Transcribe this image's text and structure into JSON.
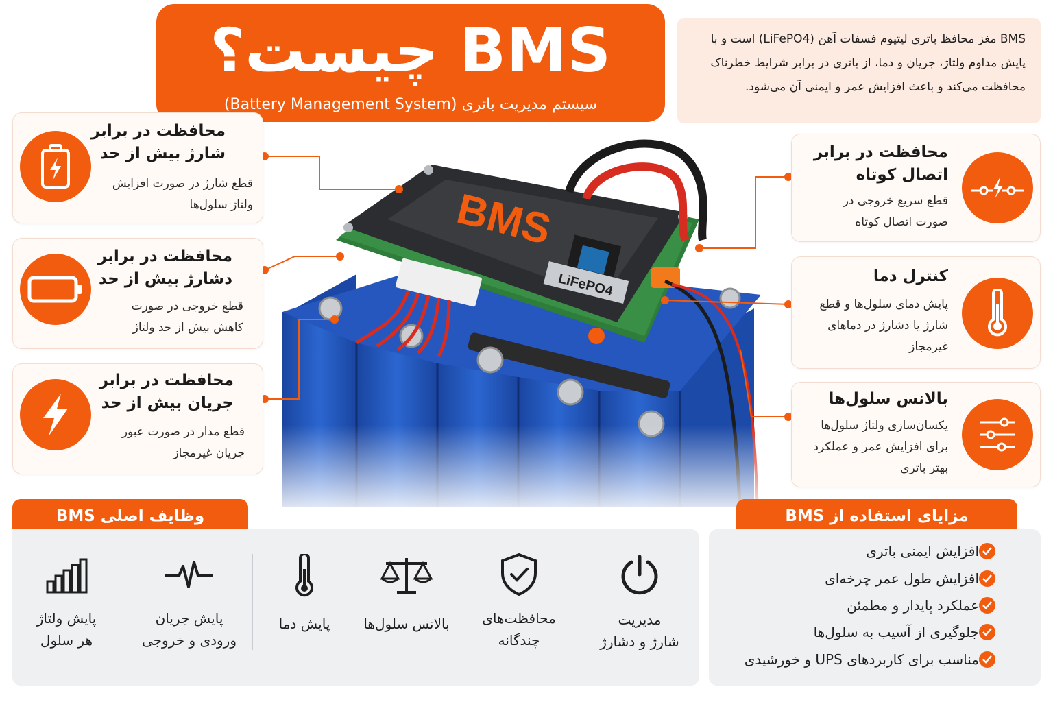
{
  "title": {
    "main": "BMS چیست؟",
    "subtitle": "سیستم مدیریت باتری (Battery Management System)"
  },
  "intro": {
    "text": "BMS مغز محافظ باتری لیتیوم فسفات آهن (LiFePO4) است و با پایش مداوم ولتاژ، جریان و دما، از باتری در برابر شرایط خطرناک محافظت می‌کند و باعث افزایش عمر و ایمنی آن می‌شود."
  },
  "illustration": {
    "board_label": "BMS",
    "chem_label": "LiFePO4"
  },
  "left_cards": [
    {
      "title_l1": "محافظت در برابر",
      "title_l2": "شارژ بیش از حد",
      "desc_l1": "قطع شارژ در صورت افزایش",
      "desc_l2": "ولتاژ سلول‌ها",
      "icon": "battery-charging-icon"
    },
    {
      "title_l1": "محافظت در برابر",
      "title_l2": "دشارژ بیش از حد",
      "desc_l1": "قطع خروجی در صورت",
      "desc_l2": "کاهش بیش از حد ولتاژ",
      "icon": "battery-empty-icon"
    },
    {
      "title_l1": "محافظت در برابر",
      "title_l2": "جریان بیش از حد",
      "desc_l1": "قطع مدار در صورت عبور",
      "desc_l2": "جریان غیرمجاز",
      "icon": "lightning-icon"
    }
  ],
  "right_cards": [
    {
      "title_l1": "محافظت در برابر",
      "title_l2": "اتصال کوتاه",
      "desc_l1": "قطع سریع خروجی در",
      "desc_l2": "صورت اتصال کوتاه",
      "desc_l3": "",
      "icon": "short-circuit-icon"
    },
    {
      "title_l1": "کنترل دما",
      "title_l2": "",
      "desc_l1": "پایش دمای سلول‌ها و قطع",
      "desc_l2": "شارژ یا دشارژ در دماهای",
      "desc_l3": "غیرمجاز",
      "icon": "thermometer-icon"
    },
    {
      "title_l1": "بالانس سلول‌ها",
      "title_l2": "",
      "desc_l1": "یکسان‌سازی ولتاژ سلول‌ها",
      "desc_l2": "برای افزایش عمر و عملکرد",
      "desc_l3": "بهتر باتری",
      "icon": "sliders-icon"
    }
  ],
  "functions": {
    "header": "وظایف اصلی BMS",
    "items": [
      {
        "l1": "مدیریت",
        "l2": "شارژ و دشارژ",
        "icon": "power-icon"
      },
      {
        "l1": "محافظت‌های",
        "l2": "چندگانه",
        "icon": "shield-check-icon"
      },
      {
        "l1": "بالانس سلول‌ها",
        "l2": "",
        "icon": "scale-icon"
      },
      {
        "l1": "پایش دما",
        "l2": "",
        "icon": "thermometer-icon"
      },
      {
        "l1": "پایش جریان",
        "l2": "ورودی و خروجی",
        "icon": "pulse-icon"
      },
      {
        "l1": "پایش ولتاژ",
        "l2": "هر سلول",
        "icon": "bars-icon"
      }
    ]
  },
  "benefits": {
    "header": "مزایای استفاده از BMS",
    "items": [
      "افزایش ایمنی باتری",
      "افزایش طول عمر چرخه‌ای",
      "عملکرد پایدار و مطمئن",
      "جلوگیری از آسیب به سلول‌ها",
      "مناسب برای کاربردهای UPS و خورشیدی"
    ]
  },
  "colors": {
    "accent": "#f25c0f",
    "cell_blue": "#1f4fb0",
    "pcb_green": "#2f7d3a"
  }
}
